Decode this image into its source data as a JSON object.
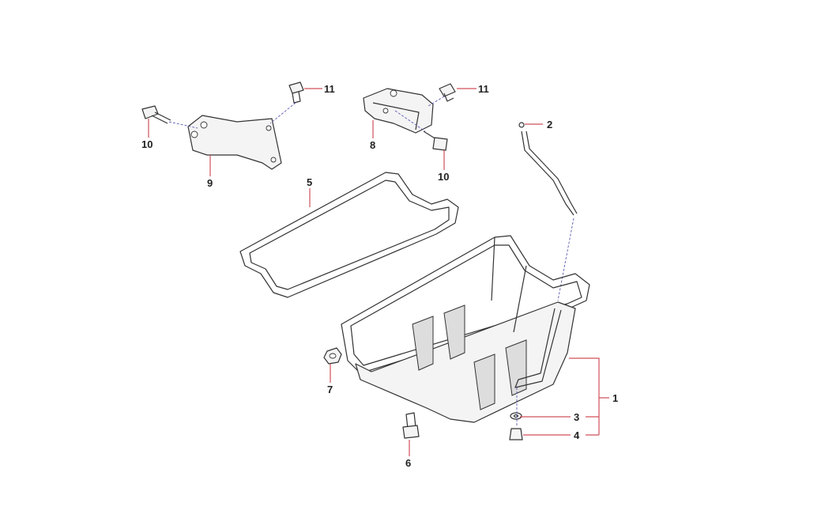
{
  "diagram": {
    "title": "Oil pan assembly",
    "callouts": [
      {
        "id": "1",
        "label": "1"
      },
      {
        "id": "2",
        "label": "2"
      },
      {
        "id": "3",
        "label": "3"
      },
      {
        "id": "4",
        "label": "4"
      },
      {
        "id": "5",
        "label": "5"
      },
      {
        "id": "6",
        "label": "6"
      },
      {
        "id": "7",
        "label": "7"
      },
      {
        "id": "8",
        "label": "8"
      },
      {
        "id": "9",
        "label": "9"
      },
      {
        "id": "10a",
        "label": "10"
      },
      {
        "id": "10b",
        "label": "10"
      },
      {
        "id": "11a",
        "label": "11"
      },
      {
        "id": "11b",
        "label": "11"
      }
    ],
    "colors": {
      "leader": "#d0505a",
      "outline": "#333333",
      "centerline": "#5a5ab0"
    }
  }
}
